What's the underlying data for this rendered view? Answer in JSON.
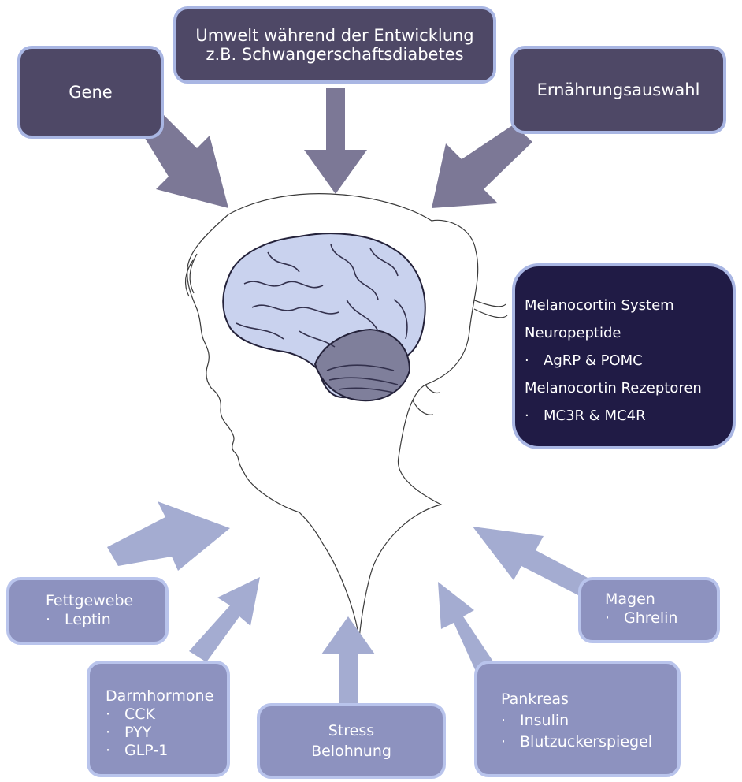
{
  "top": {
    "gene": "Gene",
    "umwelt": [
      "Umwelt während der Entwicklung",
      "z.B. Schwangerschaftsdiabetes"
    ],
    "ernaehrung": "Ernährungsauswahl"
  },
  "melanocortin": {
    "title": "Melanocortin System",
    "neuropeptide": "Neuropeptide",
    "neuropeptide_item": "AgRP & POMC",
    "rezeptoren": "Melanocortin Rezeptoren",
    "rezeptoren_item": "MC3R & MC4R"
  },
  "bottom": {
    "fettgewebe": {
      "title": "Fettgewebe",
      "items": [
        "Leptin"
      ]
    },
    "darmhormone": {
      "title": "Darmhormone",
      "items": [
        "CCK",
        "PYY",
        "GLP-1"
      ]
    },
    "stress": [
      "Stress",
      "Belohnung"
    ],
    "pankreas": {
      "title": "Pankreas",
      "items": [
        "Insulin",
        "Blutzuckerspiegel"
      ]
    },
    "magen": {
      "title": "Magen",
      "items": [
        "Ghrelin"
      ]
    }
  },
  "colors": {
    "dark_box": "#4e4866",
    "navy_box": "#201b45",
    "light_box": "#8d92bf",
    "box_border": "#a9b6e3",
    "dark_arrow": "#7c7896",
    "light_arrow": "#a4acd1",
    "brain": "#c9d2ee",
    "cerebellum": "#7f7f9b"
  },
  "icons": [
    "head-silhouette",
    "brain-icon"
  ]
}
